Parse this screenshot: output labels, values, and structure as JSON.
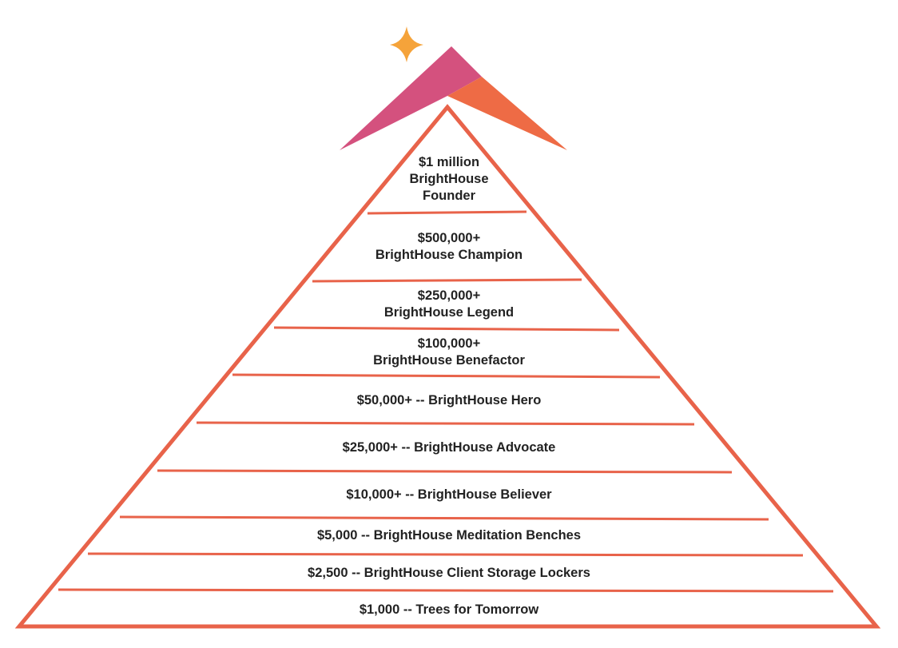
{
  "colors": {
    "outline": "#E8634A",
    "roof_left": "#D4517E",
    "roof_right": "#EE6B45",
    "star": "#F5A33A",
    "text": "#222222"
  },
  "tiers": [
    {
      "lines": [
        "$1 million",
        "BrightHouse",
        "Founder"
      ]
    },
    {
      "lines": [
        "$500,000+",
        "BrightHouse Champion"
      ]
    },
    {
      "lines": [
        "$250,000+",
        "BrightHouse Legend"
      ]
    },
    {
      "lines": [
        "$100,000+",
        "BrightHouse Benefactor"
      ]
    },
    {
      "lines": [
        "$50,000+ -- BrightHouse Hero"
      ]
    },
    {
      "lines": [
        "$25,000+ -- BrightHouse Advocate"
      ]
    },
    {
      "lines": [
        "$10,000+ -- BrightHouse Believer"
      ]
    },
    {
      "lines": [
        "$5,000 -- BrightHouse Meditation Benches"
      ]
    },
    {
      "lines": [
        "$2,500 -- BrightHouse Client Storage Lockers"
      ]
    },
    {
      "lines": [
        "$1,000 -- Trees for Tomorrow"
      ]
    }
  ]
}
